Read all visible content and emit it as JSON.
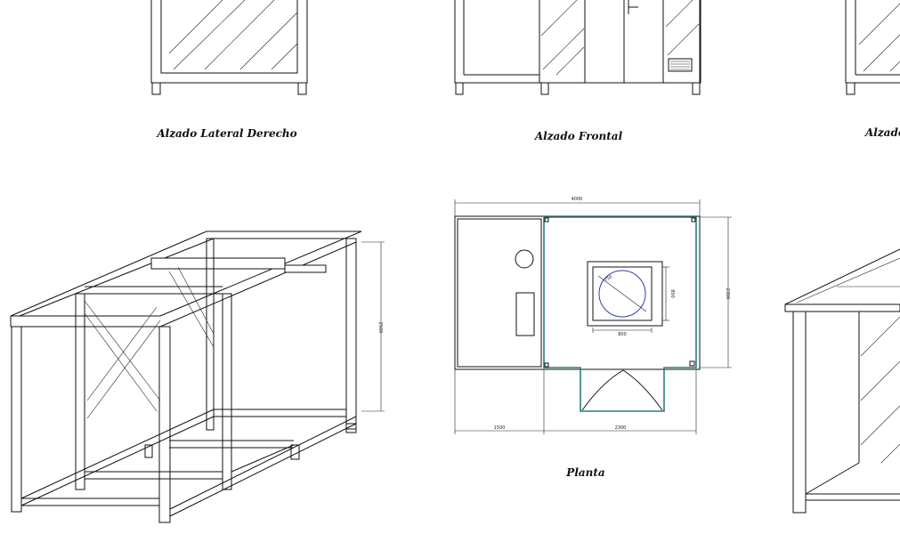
{
  "captions": {
    "right_elevation": "Alzado Lateral Derecho",
    "front_elevation": "Alzado Frontal",
    "left_elevation": "Alzado",
    "plan": "Planta"
  },
  "dimensions": {
    "total_width": "4000",
    "left_width": "1500",
    "right_width": "2300",
    "depth": "2300",
    "iso_height": "2500",
    "equipment_width": "800",
    "equipment_depth": "800",
    "circle_diameter": "750"
  },
  "colors": {
    "lines": "#111111",
    "plan_outline": "#2a7f7f",
    "equipment_circle": "#2b3fb0"
  }
}
